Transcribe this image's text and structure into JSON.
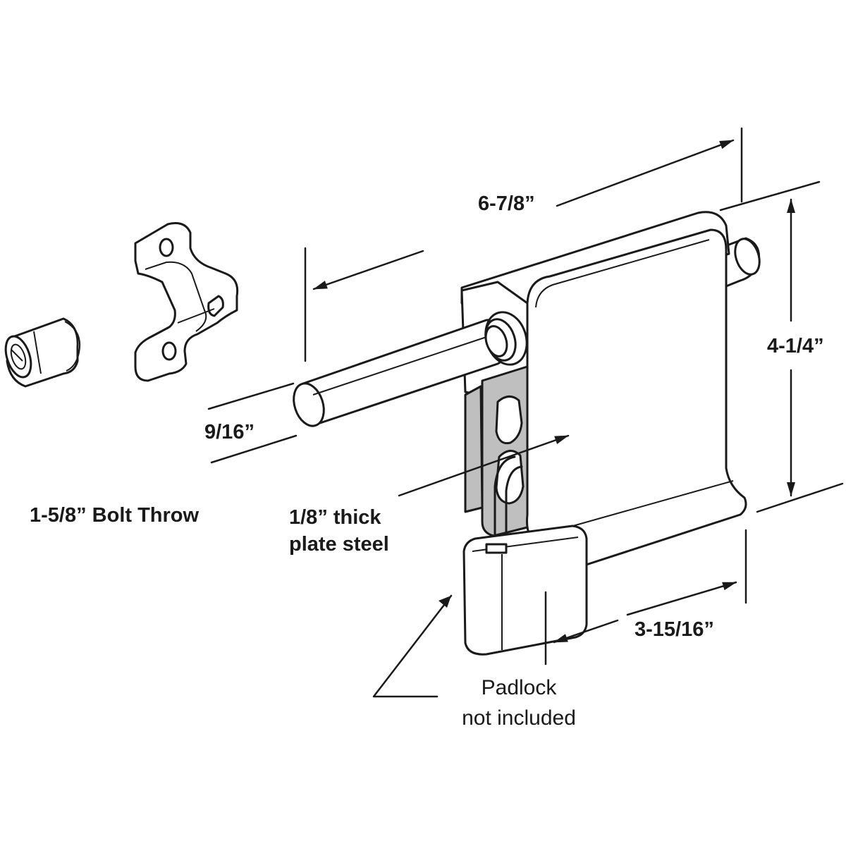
{
  "diagram": {
    "labels": {
      "overall_length": "6-7/8”",
      "height": "4-1/4”",
      "bolt_diameter": "9/16”",
      "plate_width": "3-15/16”",
      "bolt_throw": "1-5/8” Bolt Throw",
      "plate_thickness_line1": "1/8” thick",
      "plate_thickness_line2": "plate steel",
      "padlock_line1": "Padlock",
      "padlock_line2": "not included"
    },
    "parts": [
      "sleeve-bushing",
      "bolt-strike-bracket",
      "locking-bolt",
      "lock-plate",
      "padlock"
    ],
    "colors": {
      "line": "#1a1a1a",
      "fill_white": "#ffffff",
      "fill_shade": "#bfbfbf",
      "fill_light": "#ececec"
    }
  }
}
